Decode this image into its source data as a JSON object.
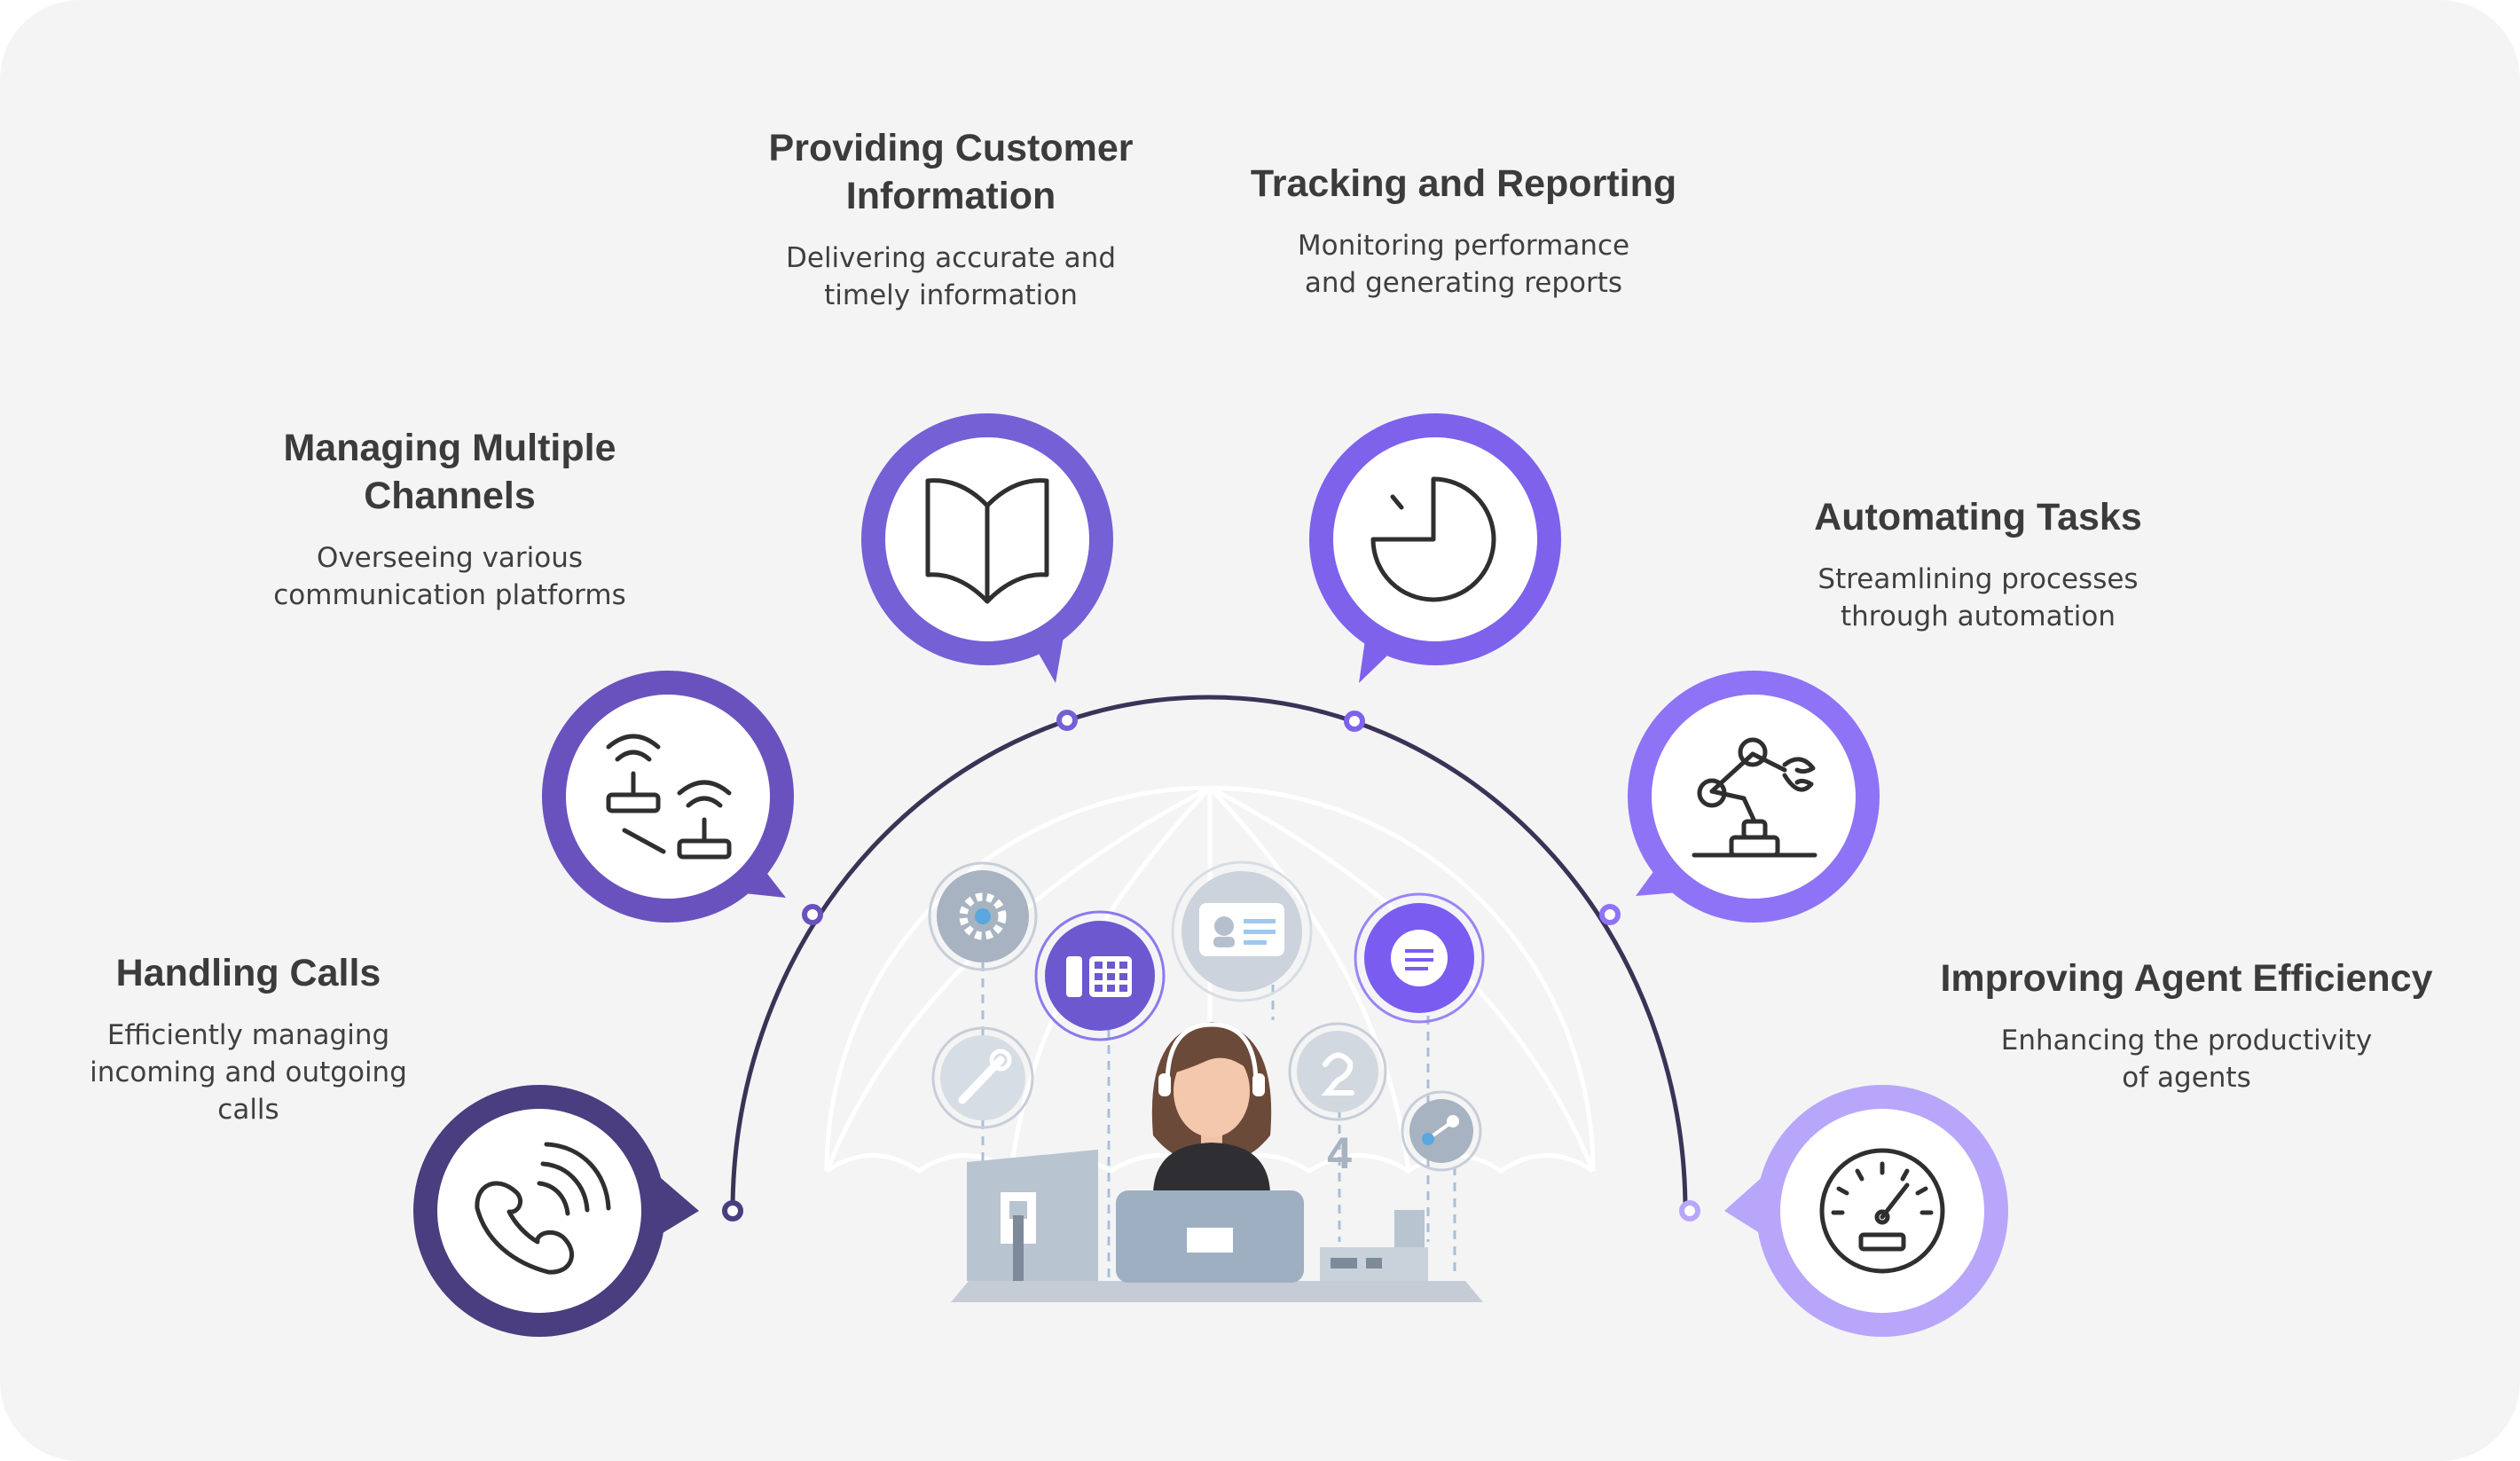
{
  "colors": {
    "background": "#f4f4f5",
    "arc": "#3b3356",
    "handling_calls": "#4a3d80",
    "managing_channels": "#6a52be",
    "customer_info": "#7560d6",
    "tracking": "#7e62ec",
    "automating": "#8f73f6",
    "efficiency": "#b8a6fb",
    "icon_stroke": "#2f2f2f",
    "illustration_gray": "#b4bfcc"
  },
  "items": [
    {
      "id": "handling-calls",
      "icon": "phone-icon",
      "title": "Handling Calls",
      "description": "Efficiently managing\nincoming and outgoing\ncalls"
    },
    {
      "id": "managing-channels",
      "icon": "network-icon",
      "title": "Managing Multiple\nChannels",
      "description": "Overseeing various\ncommunication platforms"
    },
    {
      "id": "customer-info",
      "icon": "book-icon",
      "title": "Providing Customer\nInformation",
      "description": "Delivering accurate and\ntimely information"
    },
    {
      "id": "tracking",
      "icon": "pie-chart-icon",
      "title": "Tracking and Reporting",
      "description": "Monitoring performance\nand generating reports"
    },
    {
      "id": "automating",
      "icon": "robot-arm-icon",
      "title": "Automating Tasks",
      "description": "Streamlining processes\nthrough automation"
    },
    {
      "id": "efficiency",
      "icon": "speedometer-icon",
      "title": "Improving Agent Efficiency",
      "description": "Enhancing the productivity\nof agents"
    }
  ]
}
